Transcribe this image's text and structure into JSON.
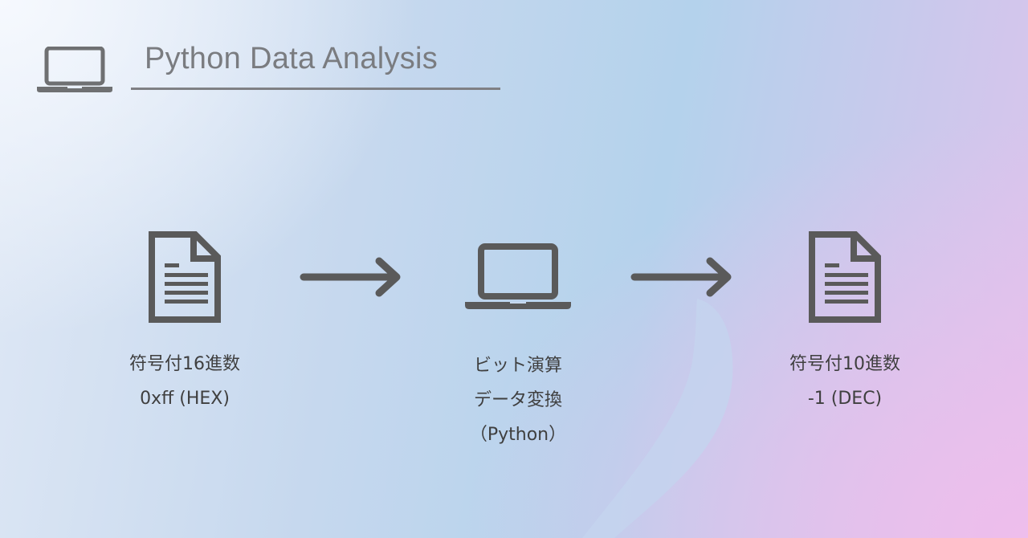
{
  "header": {
    "title": "Python Data Analysis",
    "icon": "laptop-icon"
  },
  "flow": {
    "nodes": [
      {
        "icon": "document-icon",
        "line1": "符号付16進数",
        "line2": "0xff (HEX)"
      },
      {
        "icon": "laptop-icon",
        "line1": "ビット演算",
        "line2": "データ変換",
        "line3": "（Python）"
      },
      {
        "icon": "document-icon",
        "line1": "符号付10進数",
        "line2": "-1 (DEC)"
      }
    ],
    "arrows": [
      "arrow-right-icon",
      "arrow-right-icon"
    ]
  },
  "colors": {
    "icon": "#5a5a5a",
    "title": "#7a7c80",
    "text": "#3f3f3f",
    "bg_top_left": "#f4f7fd",
    "bg_mid": "#b4d2ec",
    "bg_bottom_right": "#ecbeec"
  }
}
